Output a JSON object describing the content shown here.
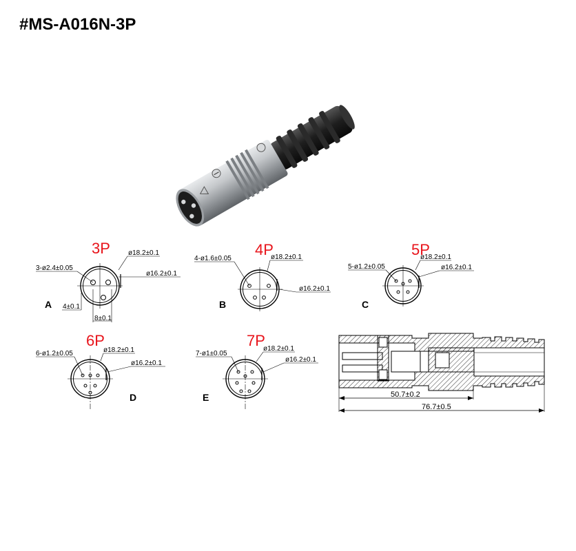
{
  "title": "#MS-A016N-3P",
  "connectors": [
    {
      "id": "3P",
      "pins_label": "3P",
      "variant": "A",
      "hole_spec": "3-ø2.4±0.05",
      "outer_dia": "ø18.2±0.1",
      "inner_dia": "ø16.2±0.1",
      "extra": [
        "4±0.1",
        "8±0.1"
      ],
      "pin_count": 3
    },
    {
      "id": "4P",
      "pins_label": "4P",
      "variant": "B",
      "hole_spec": "4-ø1.6±0.05",
      "outer_dia": "ø18.2±0.1",
      "inner_dia": "ø16.2±0.1",
      "extra": [],
      "pin_count": 4
    },
    {
      "id": "5P",
      "pins_label": "5P",
      "variant": "C",
      "hole_spec": "5-ø1.2±0.05",
      "outer_dia": "ø18.2±0.1",
      "inner_dia": "ø16.2±0.1",
      "extra": [],
      "pin_count": 5
    },
    {
      "id": "6P",
      "pins_label": "6P",
      "variant": "D",
      "hole_spec": "6-ø1.2±0.05",
      "outer_dia": "ø18.2±0.1",
      "inner_dia": "ø16.2±0.1",
      "extra": [],
      "pin_count": 6
    },
    {
      "id": "7P",
      "pins_label": "7P",
      "variant": "E",
      "hole_spec": "7-ø1±0.05",
      "outer_dia": "ø18.2±0.1",
      "inner_dia": "ø16.2±0.1",
      "extra": [],
      "pin_count": 7
    }
  ],
  "section_view": {
    "dim_short": "50.7±0.2",
    "dim_long": "76.7±0.5"
  },
  "colors": {
    "pin_label": "#e8141b",
    "line": "#000000",
    "metal": "#b8babc",
    "boot": "#1a1a1a"
  }
}
